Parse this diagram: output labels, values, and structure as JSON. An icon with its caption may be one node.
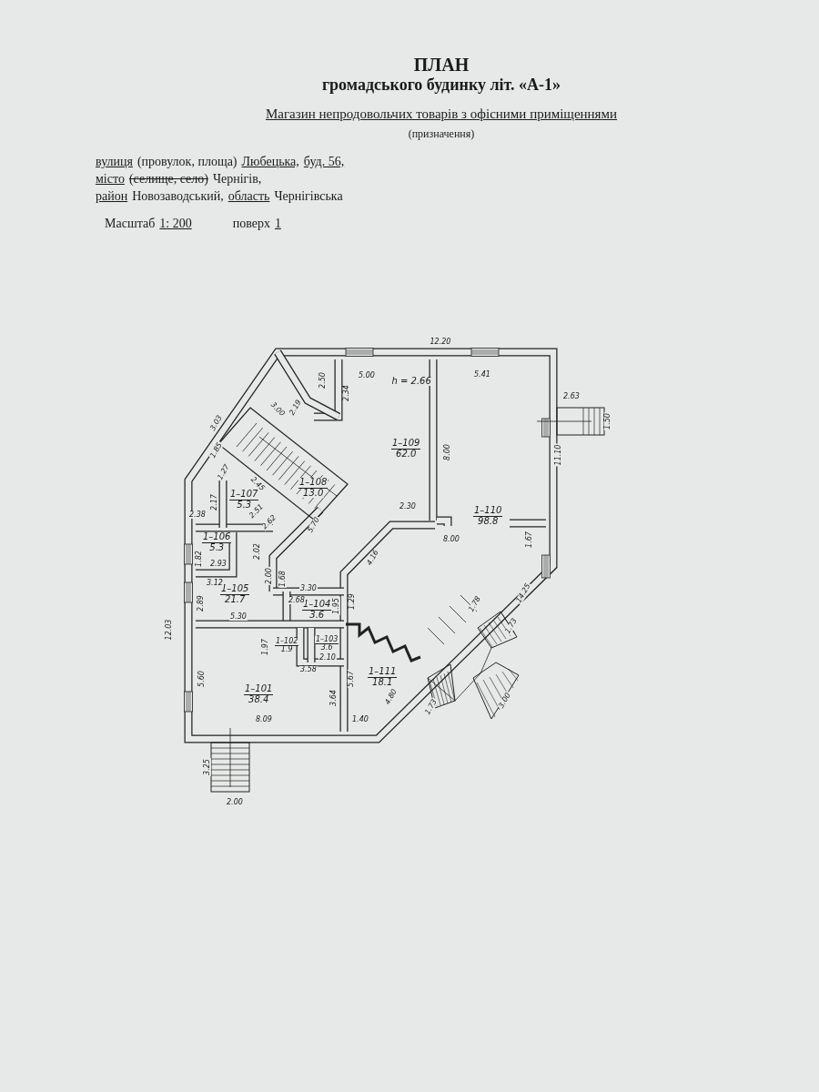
{
  "diagram": {
    "title": "ПЛАН",
    "nodes": [
      {
        "text": [
          "1–109",
          "62.0"
        ]
      },
      {
        "text": [
          "1–110",
          "98.8"
        ]
      },
      {
        "text": [
          "1–108",
          "13.0"
        ]
      },
      {
        "text": [
          "1–107",
          "5.3"
        ]
      },
      {
        "text": [
          "1–106",
          "5.3"
        ]
      },
      {
        "text": [
          "1–105",
          "21.7"
        ]
      },
      {
        "text": [
          "1–104",
          "3.6"
        ]
      },
      {
        "text": [
          "1–102",
          "1.9"
        ]
      },
      {
        "text": [
          "1–103",
          "3.6"
        ]
      },
      {
        "text": [
          "1–101",
          "38.4"
        ]
      },
      {
        "text": [
          "1–111",
          "18.1"
        ]
      }
    ],
    "edges": [],
    "labels": [
      "громадського будинку літ. «А-1»",
      "Магазин непродовольчих товарів з офісними приміщеннями",
      "(призначення)",
      "вулиця",
      "(провулок, площа)",
      "Любецька,",
      "буд. 56,",
      "місто",
      "(селище, село)",
      "Чернігів,",
      "район",
      "Новозаводський,",
      "область",
      "Чернігівська",
      "Масштаб",
      "1: 200",
      "поверх",
      "1",
      "12.20",
      "5.00",
      "h = 2.66",
      "5.41",
      "2.50",
      "2.34",
      "3.00",
      "2.19",
      "3.03",
      "2.63",
      "1.50",
      "1.85",
      "8.00",
      "11.10",
      "1.27",
      "2.45",
      "2.17",
      "2.51",
      "2.38",
      "2.62",
      "5.70",
      "2.30",
      "8.00",
      "1.82",
      "2.93",
      "2.02",
      "4.16",
      "1.67",
      "3.12",
      "2.00",
      "1.68",
      "14.25",
      "2.89",
      "3.30",
      "2.68",
      "1.95",
      "1.29",
      "1.78",
      "1.73",
      "5.30",
      "12.03",
      "1.97",
      "2.10",
      "3.58",
      "5.60",
      "5.67",
      "3.64",
      "4.80",
      "1.73",
      "3.00",
      "8.09",
      "1.40",
      "3.25",
      "2.00"
    ]
  }
}
